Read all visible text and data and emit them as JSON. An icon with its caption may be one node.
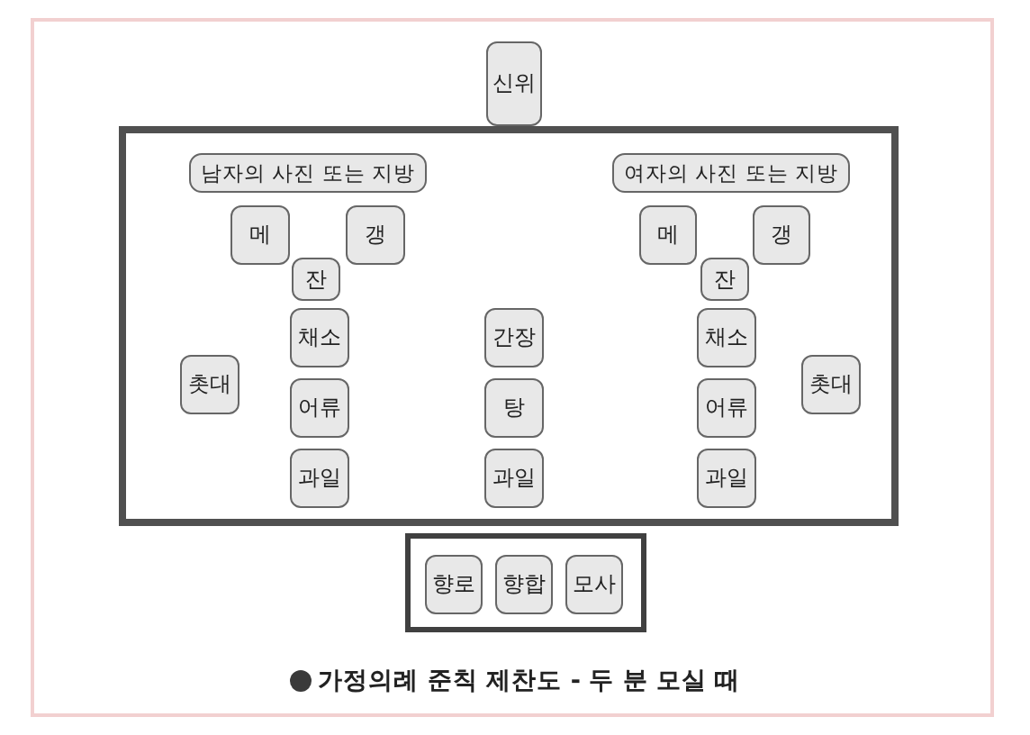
{
  "diagram": {
    "caption": "가정의례 준칙 제찬도 - 두 분 모실 때",
    "nodes": [
      {
        "text": [
          "신위"
        ]
      },
      {
        "text": [],
        "shape": "box"
      },
      {
        "text": [
          "남자의 사진 또는 지방"
        ],
        "in": 1
      },
      {
        "text": [
          "여자의 사진 또는 지방"
        ],
        "in": 1
      },
      {
        "text": [
          "메"
        ],
        "in": 1
      },
      {
        "text": [
          "갱"
        ],
        "in": 1
      },
      {
        "text": [
          "메"
        ],
        "in": 1
      },
      {
        "text": [
          "갱"
        ],
        "in": 1
      },
      {
        "text": [
          "잔"
        ],
        "in": 1
      },
      {
        "text": [
          "잔"
        ],
        "in": 1
      },
      {
        "text": [
          "채소"
        ],
        "in": 1
      },
      {
        "text": [
          "간장"
        ],
        "in": 1
      },
      {
        "text": [
          "채소"
        ],
        "in": 1
      },
      {
        "text": [
          "촛대"
        ],
        "in": 1
      },
      {
        "text": [
          "어류"
        ],
        "in": 1
      },
      {
        "text": [
          "탕"
        ],
        "in": 1
      },
      {
        "text": [
          "어류"
        ],
        "in": 1
      },
      {
        "text": [
          "촛대"
        ],
        "in": 1
      },
      {
        "text": [
          "과일"
        ],
        "in": 1
      },
      {
        "text": [
          "과일"
        ],
        "in": 1
      },
      {
        "text": [
          "과일"
        ],
        "in": 1
      },
      {
        "text": [],
        "shape": "box"
      },
      {
        "text": [
          "향로"
        ],
        "in": 21
      },
      {
        "text": [
          "향합"
        ],
        "in": 21
      },
      {
        "text": [
          "모사"
        ],
        "in": 21
      }
    ]
  }
}
